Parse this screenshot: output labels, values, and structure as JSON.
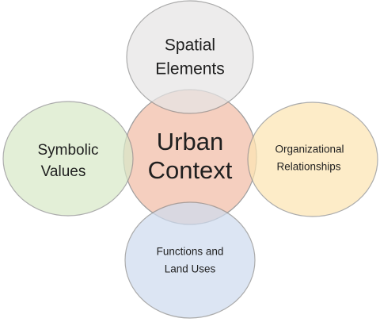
{
  "diagram": {
    "center": {
      "line1": "Urban",
      "line2": "Context",
      "color": "#f4c7b5"
    },
    "top": {
      "line1": "Spatial",
      "line2": "Elements",
      "color": "#e7e6e6"
    },
    "left": {
      "line1": "Symbolic",
      "line2": "Values",
      "color": "#d9e9c9"
    },
    "right": {
      "line1": "Organizational",
      "line2": "Relationships",
      "color": "#fde6b4"
    },
    "bottom": {
      "line1": "Functions and",
      "line2": "Land Uses",
      "color": "#cfdcef"
    },
    "outline_color": "#8c8c8c"
  }
}
